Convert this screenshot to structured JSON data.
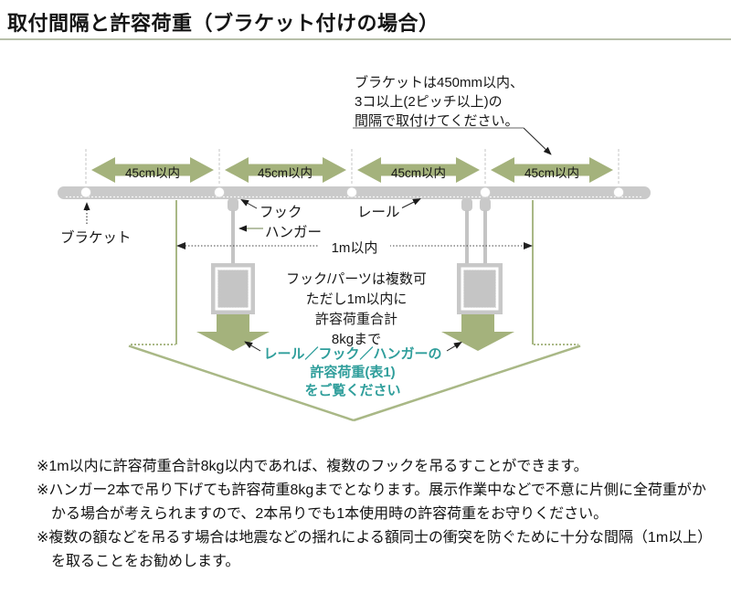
{
  "page": {
    "title": "取付間隔と許容荷重（ブラケット付けの場合）"
  },
  "colors": {
    "arrow_green": "#a4b27c",
    "line_green": "#a9b886",
    "teal_text": "#2f9e9b",
    "rail_gray": "#cacaca",
    "title_rule": "#b7bfa9"
  },
  "diagram": {
    "bracket_note": {
      "line1": "ブラケットは450mm以内、",
      "line2": "3コ以上(2ピッチ以上)の",
      "line3": "間隔で取付けてください。"
    },
    "intervals": [
      "45cm以内",
      "45cm以内",
      "45cm以内",
      "45cm以内"
    ],
    "labels": {
      "bracket": "ブラケット",
      "hook": "フック",
      "rail": "レール",
      "hanger": "ハンガー",
      "span": "1m以内"
    },
    "load_note": {
      "line1": "フック/パーツは複数可",
      "line2": "ただし1m以内に",
      "line3": "許容荷重合計",
      "line4": "8kgまで"
    },
    "capacity_note": {
      "line1": "レール／フック／ハンガーの",
      "line2": "許容荷重(表1)",
      "line3": "をご覧ください"
    }
  },
  "notes": {
    "note1": "※1m以内に許容荷重合計8kg以内であれば、複数のフックを吊るすことができます。",
    "note2": "※ハンガー2本で吊り下げても許容荷重8kgまでとなります。展示作業中などで不意に片側に全荷重がかかる場合が考えられますので、2本吊りでも1本使用時の許容荷重をお守りください。",
    "note3": "※複数の額などを吊るす場合は地震などの揺れによる額同士の衝突を防ぐために十分な間隔（1m以上）を取ることをお勧めします。"
  }
}
